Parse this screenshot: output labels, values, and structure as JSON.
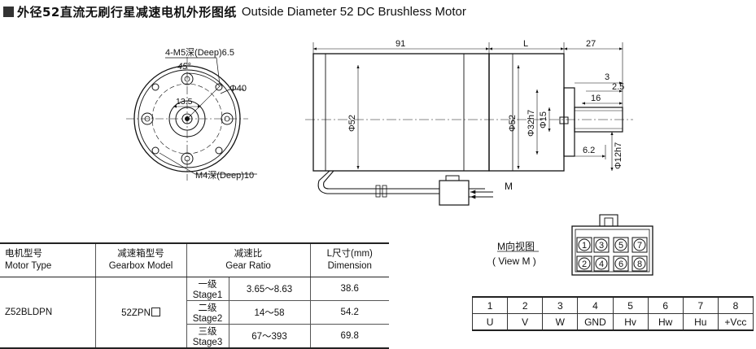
{
  "title": {
    "cn": "外径52直流无刷行星减速电机外形图纸",
    "en": "Outside Diameter 52 DC Brushless Motor"
  },
  "front_view": {
    "hole_note": "4-M5深(Deep)6.5",
    "angle": "45°",
    "pcd": "Φ40",
    "inner_dim": "13.5",
    "bottom_note": "M4深(Deep)10"
  },
  "side_view": {
    "dim_body": "91",
    "dim_gearbox": "L",
    "dim_shaft": "27",
    "dim_3": "3",
    "dim_2_5": "2.5",
    "dim_16": "16",
    "dim_6_2": "6.2",
    "motor_dia": "Φ52",
    "gearbox_dia": "Φ52",
    "pilot_dia": "Φ32h7",
    "boss_dia": "Φ15",
    "shaft_dia": "Φ12h7",
    "connector_label": "M"
  },
  "connector_view": {
    "title_cn": "M向视图",
    "title_en": "( View M )",
    "top_pins": [
      "1",
      "3",
      "5",
      "7"
    ],
    "bottom_pins": [
      "2",
      "4",
      "6",
      "8"
    ]
  },
  "spec_table": {
    "headers": {
      "motor_cn": "电机型号",
      "motor_en": "Motor Type",
      "gearbox_cn": "减速箱型号",
      "gearbox_en": "Gearbox Model",
      "ratio_cn": "减速比",
      "ratio_en": "Gear Ratio",
      "dim_cn": "L尺寸(mm)",
      "dim_en": "Dimension"
    },
    "motor_type": "Z52BLDPN",
    "gearbox_model": "52ZPN",
    "rows": [
      {
        "stage": "一级Stage1",
        "ratio": "3.65～8.63",
        "dim": "38.6"
      },
      {
        "stage": "二级Stage2",
        "ratio": "14～58",
        "dim": "54.2"
      },
      {
        "stage": "三级Stage3",
        "ratio": "67～393",
        "dim": "69.8"
      }
    ]
  },
  "pin_table": {
    "numbers": [
      "1",
      "2",
      "3",
      "4",
      "5",
      "6",
      "7",
      "8"
    ],
    "signals": [
      "U",
      "V",
      "W",
      "GND",
      "Hv",
      "Hw",
      "Hu",
      "+Vcc"
    ]
  }
}
